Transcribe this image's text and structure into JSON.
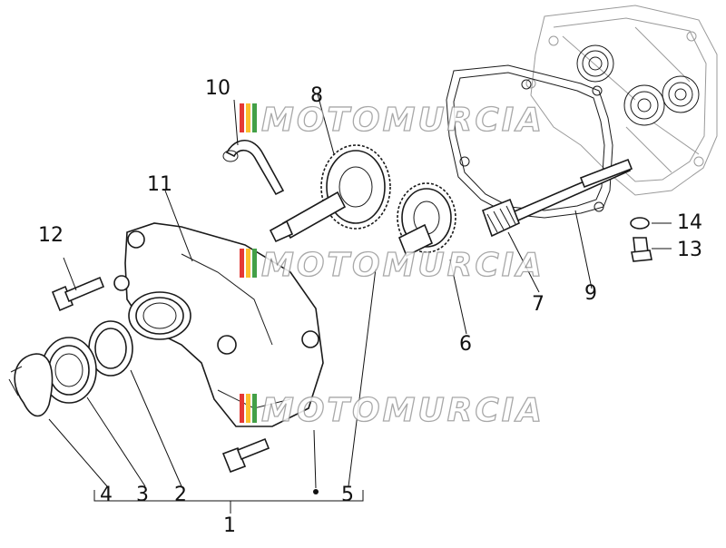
{
  "watermark": {
    "text": "MOTOMURCIA",
    "colors": [
      "#e53935",
      "#fbc02d",
      "#43a047"
    ]
  },
  "callouts": {
    "n1": "1",
    "n2": "2",
    "n3": "3",
    "n4": "4",
    "n5": "5",
    "n6": "6",
    "n7": "7",
    "n8": "8",
    "n9": "9",
    "n10": "10",
    "n11": "11",
    "n12": "12",
    "n13": "13",
    "n14": "14"
  }
}
